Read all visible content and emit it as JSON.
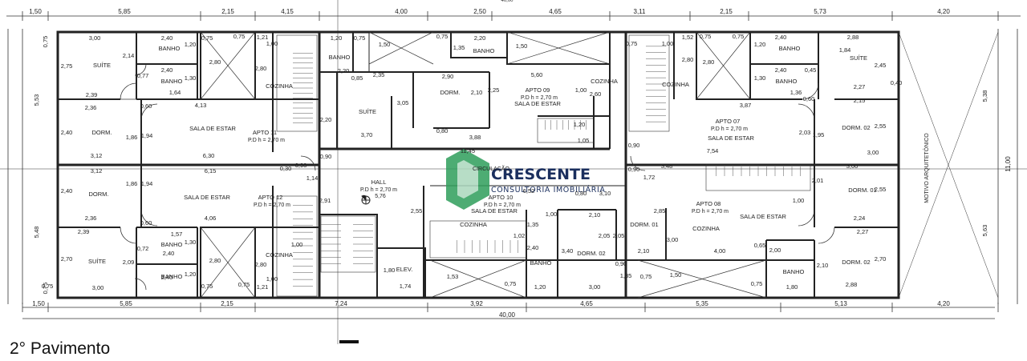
{
  "title": "2° Pavimento",
  "watermark": {
    "name": "CRESCENTE",
    "subtitle": "CONSULTORIA IMOBILIÁRIA",
    "color": "#2f9e5b",
    "name_color": "#1b2f5e"
  },
  "dims_top": [
    "1,50",
    "5,85",
    "2,15",
    "4,15",
    "4,00",
    "2,50",
    "4,65",
    "3,11",
    "2,15",
    "5,73",
    "4,20"
  ],
  "dims_bottom": [
    "1,50",
    "5,85",
    "2,15",
    "7,24",
    "3,92",
    "4,65",
    "5,35",
    "5,13",
    "4,20"
  ],
  "total": "40,00",
  "height_total": "11,00",
  "left_dims": [
    "0,75",
    "5,53",
    "5,48",
    "0,75"
  ],
  "right_dims": [
    "5,38",
    "5,63"
  ],
  "feature": "MOTIVO ARQUITETÔNICO",
  "apartments": [
    {
      "name": "APTO 11",
      "pd": "P.D h = 2,70 m"
    },
    {
      "name": "APTO 12",
      "pd": "P.D h = 2,70 m"
    },
    {
      "name": "APTO 09",
      "pd": "P.D h = 2,70 m"
    },
    {
      "name": "APTO 10",
      "pd": "P.D h = 2,70 m"
    },
    {
      "name": "APTO 07",
      "pd": "P.D h = 2,70 m"
    },
    {
      "name": "APTO 08",
      "pd": "P.D h = 2,70 m"
    }
  ],
  "hall": {
    "name": "HALL",
    "pd": "P.D h = 2,70 m",
    "dim": "5,76"
  },
  "rooms": {
    "suite": "SUÍTE",
    "banho": "BANHO",
    "dorm": "DORM.",
    "dorm01": "DORM. 01",
    "dorm02": "DORM. 02",
    "sala": "SALA DE ESTAR",
    "cozinha": "COZINHA",
    "elev": "ELEV.",
    "circulacao": "CIRCULAÇÃO"
  },
  "labels": [
    [
      "3,00",
      118,
      50
    ],
    [
      "2,40",
      208,
      50
    ],
    [
      "1,20",
      237,
      58
    ],
    [
      "0,75",
      258,
      50
    ],
    [
      "0,75",
      298,
      48
    ],
    [
      "1,21",
      327,
      49
    ],
    [
      "1,00",
      339,
      57
    ],
    [
      "2,75",
      83,
      85
    ],
    [
      "2,14",
      160,
      72
    ],
    [
      "2,40",
      208,
      90
    ],
    [
      "1,30",
      237,
      100
    ],
    [
      "0,77",
      178,
      97
    ],
    [
      "1,64",
      218,
      118
    ],
    [
      "2,39",
      114,
      121
    ],
    [
      "2,80",
      268,
      80
    ],
    [
      "2,80",
      325,
      88
    ],
    [
      "4,13",
      250,
      134
    ],
    [
      "2,36",
      113,
      137
    ],
    [
      "2,40",
      83,
      168
    ],
    [
      "1,86",
      164,
      174
    ],
    [
      "1,94",
      183,
      172
    ],
    [
      "0,60",
      182,
      135
    ],
    [
      "3,12",
      120,
      197
    ],
    [
      "6,30",
      260,
      197
    ],
    [
      "0,90",
      406,
      198
    ],
    [
      "3,12",
      120,
      216
    ],
    [
      "6,15",
      262,
      216
    ],
    [
      "0,30",
      356,
      213
    ],
    [
      "0,93",
      375,
      209
    ],
    [
      "1,14",
      389,
      225
    ],
    [
      "2,40",
      83,
      241
    ],
    [
      "1,86",
      164,
      232
    ],
    [
      "1,94",
      183,
      232
    ],
    [
      "2,36",
      113,
      275
    ],
    [
      "4,06",
      262,
      275
    ],
    [
      "2,39",
      104,
      292
    ],
    [
      "1,57",
      220,
      295
    ],
    [
      "0,72",
      178,
      313
    ],
    [
      "2,40",
      210,
      319
    ],
    [
      "1,30",
      237,
      305
    ],
    [
      "0,60",
      182,
      281
    ],
    [
      "2,70",
      83,
      326
    ],
    [
      "2,09",
      160,
      330
    ],
    [
      "2,80",
      268,
      328
    ],
    [
      "2,80",
      325,
      333
    ],
    [
      "2,40",
      208,
      349
    ],
    [
      "1,20",
      237,
      345
    ],
    [
      "3,00",
      122,
      362
    ],
    [
      "0,75",
      258,
      360
    ],
    [
      "0,75",
      304,
      358
    ],
    [
      "1,21",
      327,
      361
    ],
    [
      "1,00",
      339,
      351
    ],
    [
      "0,75",
      59,
      360
    ],
    [
      "2,91",
      405,
      253
    ],
    [
      "1,00",
      370,
      308
    ],
    [
      "1,20",
      419,
      50
    ],
    [
      "0,75",
      448,
      50
    ],
    [
      "1,50",
      479,
      58
    ],
    [
      "0,75",
      551,
      48
    ],
    [
      "2,20",
      598,
      50
    ],
    [
      "1,35",
      572,
      62
    ],
    [
      "1,50",
      650,
      60
    ],
    [
      "2,35",
      472,
      96
    ],
    [
      "0,85",
      445,
      100
    ],
    [
      "2,20",
      428,
      91
    ],
    [
      "2,90",
      558,
      98
    ],
    [
      "2,10",
      594,
      118
    ],
    [
      "2,25",
      615,
      115
    ],
    [
      "5,60",
      669,
      96
    ],
    [
      "1,00",
      724,
      115
    ],
    [
      "2,60",
      742,
      120
    ],
    [
      "3,05",
      502,
      131
    ],
    [
      "2,20",
      406,
      152
    ],
    [
      "0,80",
      551,
      166
    ],
    [
      "3,70",
      457,
      171
    ],
    [
      "3,88",
      592,
      174
    ],
    [
      "1,20",
      722,
      158
    ],
    [
      "1,05",
      727,
      178
    ],
    [
      "11,45",
      583,
      191
    ],
    [
      "2,55",
      519,
      266
    ],
    [
      "0,80",
      724,
      244
    ],
    [
      "6,52",
      659,
      241
    ],
    [
      "3,10",
      754,
      244
    ],
    [
      "2,10",
      741,
      271
    ],
    [
      "2,85",
      822,
      266
    ],
    [
      "3,00",
      838,
      302
    ],
    [
      "1,35",
      664,
      283
    ],
    [
      "1,02",
      647,
      297
    ],
    [
      "2,40",
      664,
      312
    ],
    [
      "1,00",
      687,
      270
    ],
    [
      "3,40",
      707,
      316
    ],
    [
      "2,05",
      753,
      297
    ],
    [
      "2,05",
      771,
      297
    ],
    [
      "2,10",
      802,
      316
    ],
    [
      "0,90",
      774,
      332
    ],
    [
      "1,35",
      780,
      347
    ],
    [
      "0,75",
      805,
      348
    ],
    [
      "1,20",
      673,
      361
    ],
    [
      "3,00",
      741,
      361
    ],
    [
      "1,53",
      564,
      348
    ],
    [
      "0,75",
      636,
      357
    ],
    [
      "1,50",
      842,
      346
    ],
    [
      "1,80",
      485,
      340
    ],
    [
      "1,74",
      505,
      360
    ],
    [
      "0,75",
      787,
      57
    ],
    [
      "1,00",
      832,
      57
    ],
    [
      "1,52",
      857,
      49
    ],
    [
      "0,75",
      879,
      48
    ],
    [
      "0,75",
      920,
      48
    ],
    [
      "2,80",
      857,
      77
    ],
    [
      "2,80",
      883,
      80
    ],
    [
      "1,20",
      947,
      58
    ],
    [
      "2,40",
      973,
      49
    ],
    [
      "2,88",
      1063,
      49
    ],
    [
      "1,84",
      1053,
      65
    ],
    [
      "2,45",
      1097,
      84
    ],
    [
      "2,40",
      973,
      90
    ],
    [
      "1,30",
      947,
      100
    ],
    [
      "1,36",
      992,
      118
    ],
    [
      "0,45",
      1010,
      90
    ],
    [
      "2,27",
      1071,
      111
    ],
    [
      "0,40",
      1117,
      106
    ],
    [
      "0,60",
      1008,
      126
    ],
    [
      "3,87",
      929,
      134
    ],
    [
      "2,15",
      1071,
      128
    ],
    [
      "2,03",
      1003,
      168
    ],
    [
      "1,95",
      1020,
      171
    ],
    [
      "2,55",
      1097,
      160
    ],
    [
      "0,90",
      790,
      184
    ],
    [
      "7,54",
      888,
      191
    ],
    [
      "3,00",
      1088,
      193
    ],
    [
      "0,90",
      790,
      214
    ],
    [
      "3,48",
      831,
      210
    ],
    [
      "1,72",
      809,
      224
    ],
    [
      "3,00",
      1062,
      210
    ],
    [
      "2,01",
      1019,
      228
    ],
    [
      "2,55",
      1097,
      239
    ],
    [
      "1,00",
      995,
      253
    ],
    [
      "2,24",
      1071,
      275
    ],
    [
      "2,27",
      1075,
      292
    ],
    [
      "4,00",
      897,
      316
    ],
    [
      "0,65",
      947,
      309
    ],
    [
      "2,00",
      966,
      315
    ],
    [
      "2,10",
      1025,
      334
    ],
    [
      "2,70",
      1097,
      326
    ],
    [
      "1,80",
      987,
      361
    ],
    [
      "2,88",
      1061,
      358
    ],
    [
      "0,75",
      943,
      357
    ]
  ],
  "room_labels": [
    [
      "SUÍTE",
      127,
      84
    ],
    [
      "BANHO",
      211,
      63
    ],
    [
      "BANHO",
      214,
      104
    ],
    [
      "COZINHA",
      348,
      110
    ],
    [
      "SALA DE ESTAR",
      265,
      163
    ],
    [
      "DORM.",
      127,
      168
    ],
    [
      "SALA DE ESTAR",
      258,
      249
    ],
    [
      "DORM.",
      123,
      245
    ],
    [
      "BANHO",
      214,
      308
    ],
    [
      "SUÍTE",
      121,
      329
    ],
    [
      "BANHO",
      214,
      348
    ],
    [
      "COZINHA",
      348,
      321
    ],
    [
      "BANHO",
      423,
      74
    ],
    [
      "SUÍTE",
      458,
      142
    ],
    [
      "DORM.",
      561,
      118
    ],
    [
      "SALA DE ESTAR",
      670,
      132
    ],
    [
      "COZINHA",
      753,
      104
    ],
    [
      "BANHO",
      603,
      66
    ],
    [
      "COZINHA",
      590,
      283
    ],
    [
      "SALA DE ESTAR",
      616,
      266
    ],
    [
      "DORM. 01",
      803,
      283
    ],
    [
      "DORM. 02",
      737,
      319
    ],
    [
      "BANHO",
      674,
      331
    ],
    [
      "ELEV.",
      504,
      339
    ],
    [
      "COZINHA",
      842,
      108
    ],
    [
      "BANHO",
      984,
      63
    ],
    [
      "SUÍTE",
      1070,
      75
    ],
    [
      "BANHO",
      980,
      104
    ],
    [
      "SALA DE ESTAR",
      911,
      175
    ],
    [
      "DORM. 02",
      1067,
      162
    ],
    [
      "SALA DE ESTAR",
      951,
      273
    ],
    [
      "COZINHA",
      880,
      288
    ],
    [
      "DORM. 01",
      1075,
      240
    ],
    [
      "BANHO",
      989,
      342
    ],
    [
      "DORM. 02",
      1067,
      330
    ]
  ]
}
